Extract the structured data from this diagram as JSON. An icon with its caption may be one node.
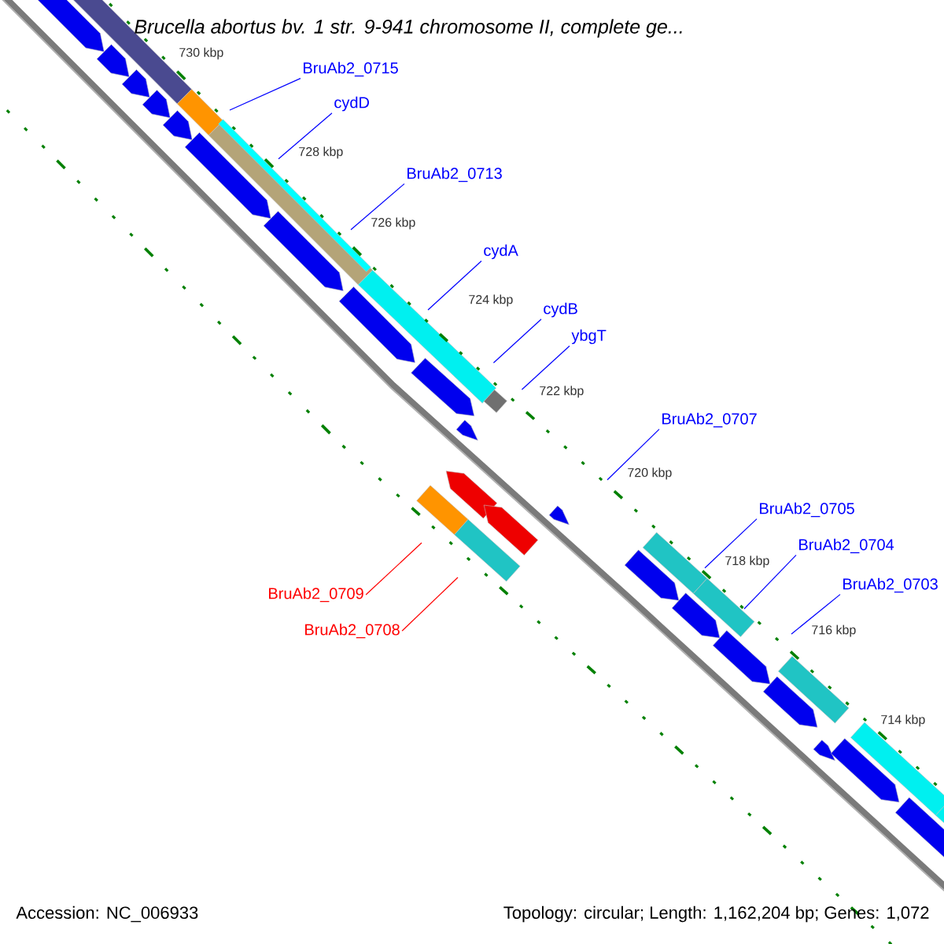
{
  "diagram": {
    "title": "Brucella abortus bv. 1 str. 9-941 chromosome II, complete ge...",
    "nodes": [
      {
        "text": [
          "BruAb2_0715"
        ]
      },
      {
        "text": [
          "cydD"
        ]
      },
      {
        "text": [
          "BruAb2_0713"
        ]
      },
      {
        "text": [
          "cydA"
        ]
      },
      {
        "text": [
          "cydB"
        ]
      },
      {
        "text": [
          "ybgT"
        ]
      },
      {
        "text": [
          "BruAb2_0707"
        ]
      },
      {
        "text": [
          "BruAb2_0705"
        ]
      },
      {
        "text": [
          "BruAb2_0704"
        ]
      },
      {
        "text": [
          "BruAb2_0703"
        ]
      },
      {
        "text": [
          "BruAb2_0709"
        ]
      },
      {
        "text": [
          "BruAb2_0708"
        ]
      }
    ],
    "edges": [
      {
        "from": 0,
        "to": null,
        "arrow": "none"
      },
      {
        "from": 1,
        "to": null,
        "arrow": "none"
      },
      {
        "from": 2,
        "to": null,
        "arrow": "none"
      },
      {
        "from": 3,
        "to": null,
        "arrow": "none"
      },
      {
        "from": 4,
        "to": null,
        "arrow": "none"
      },
      {
        "from": 5,
        "to": null,
        "arrow": "none"
      },
      {
        "from": 6,
        "to": null,
        "arrow": "none"
      },
      {
        "from": 7,
        "to": null,
        "arrow": "none"
      },
      {
        "from": 8,
        "to": null,
        "arrow": "none"
      },
      {
        "from": 9,
        "to": null,
        "arrow": "none"
      },
      {
        "from": 10,
        "to": null,
        "arrow": "none",
        "color": "#ff0000"
      },
      {
        "from": 11,
        "to": null,
        "arrow": "none",
        "color": "#ff0000"
      }
    ],
    "labels": [
      "730 kbp",
      "728 kbp",
      "726 kbp",
      "724 kbp",
      "722 kbp",
      "720 kbp",
      "718 kbp",
      "716 kbp",
      "714 kbp",
      "Accession: NC_006933",
      "Topology: circular; Length: 1,162,204 bp; Genes: 1,072"
    ]
  }
}
